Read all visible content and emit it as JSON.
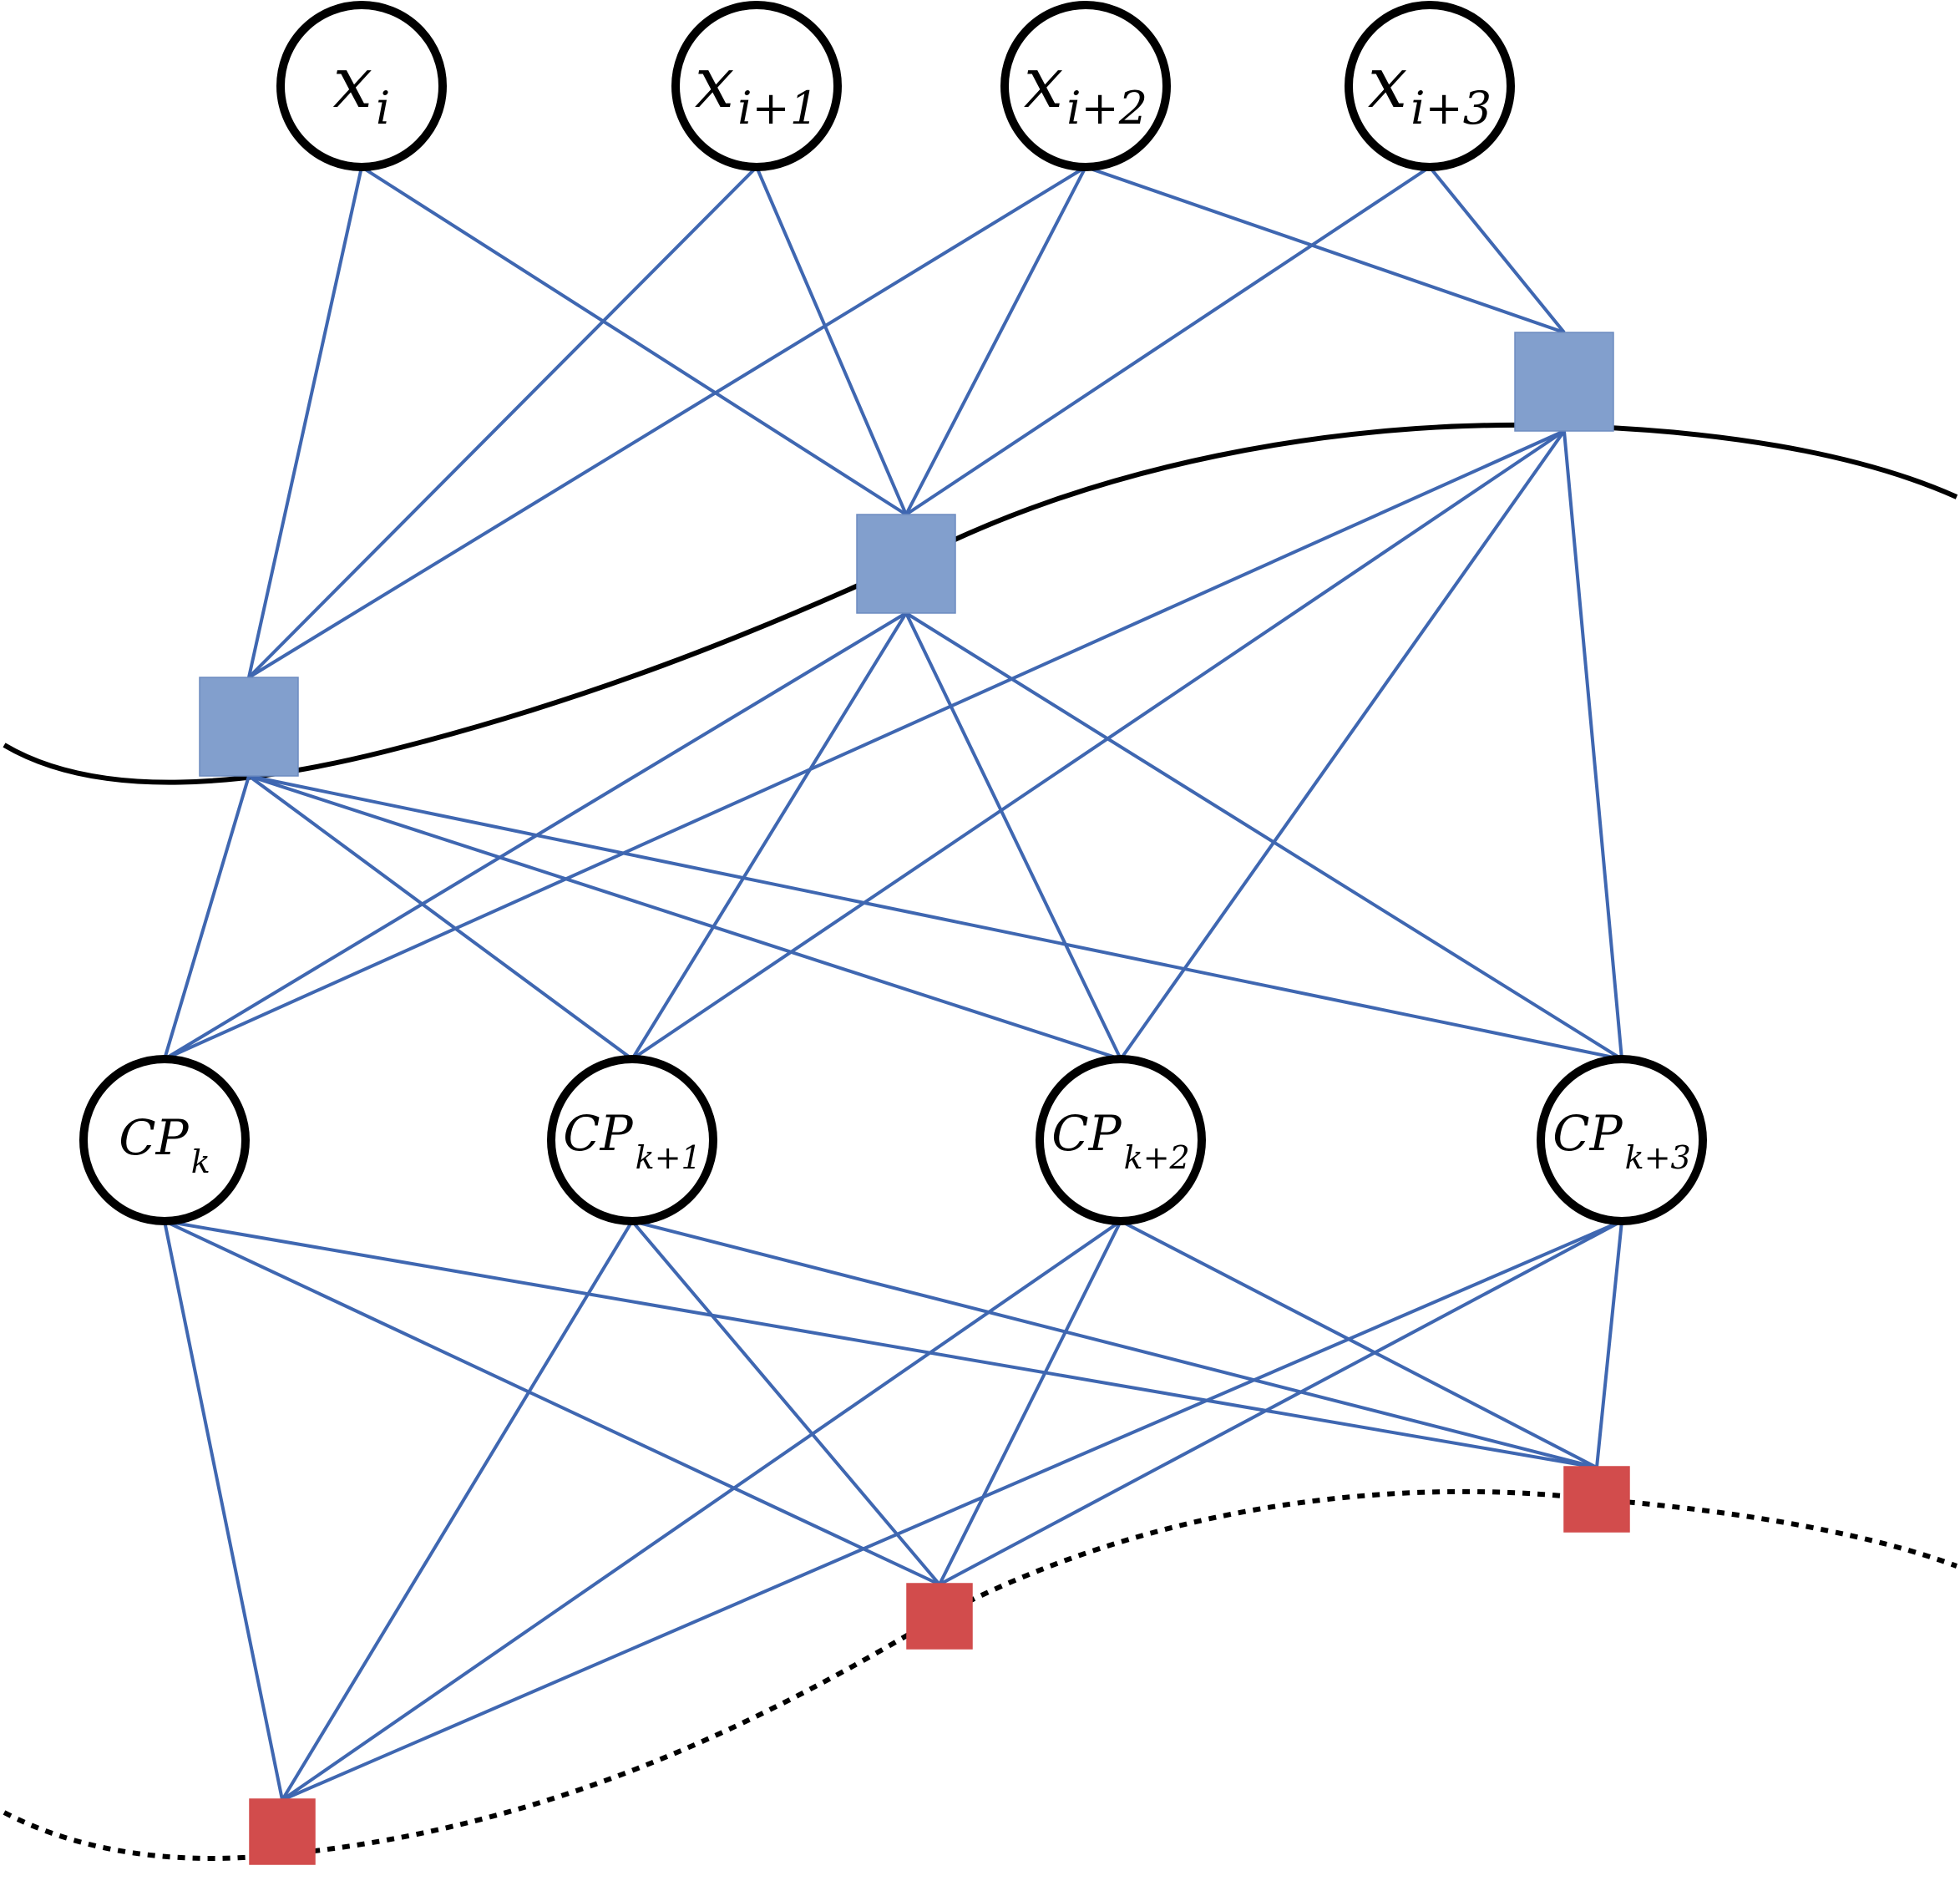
{
  "colors": {
    "edge": "#3f67b1",
    "top_square": "#829fcd",
    "bottom_square": "#d24c4c",
    "curve": "#000000",
    "node_stroke": "#000000"
  },
  "input_nodes": [
    {
      "main": "x",
      "sub": "i"
    },
    {
      "main": "x",
      "sub": "i+1"
    },
    {
      "main": "x",
      "sub": "i+2"
    },
    {
      "main": "x",
      "sub": "i+3"
    }
  ],
  "cp_nodes": [
    {
      "main": "CP",
      "sub": "k"
    },
    {
      "main": "CP",
      "sub": "k+1"
    },
    {
      "main": "CP",
      "sub": "k+2"
    },
    {
      "main": "CP",
      "sub": "k+3"
    }
  ]
}
